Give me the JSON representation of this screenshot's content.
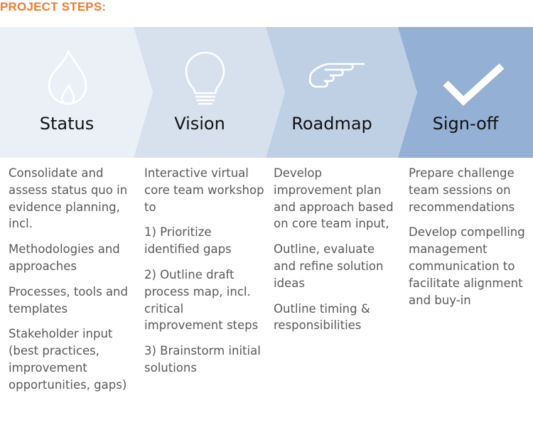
{
  "heading": "PROJECT STEPS:",
  "colors": {
    "heading": "#ED7D31",
    "step_fills": [
      "#EBF0F7",
      "#D6E1ED",
      "#BFD0E5",
      "#94B0D4"
    ],
    "icon_stroke": "#FFFFFF",
    "body_text": "#595959"
  },
  "steps": [
    {
      "title": "Status",
      "icon": "flame-icon",
      "paragraphs": [
        "Consolidate and assess status quo in evidence planning, incl.",
        "Methodologies and approaches",
        "Processes, tools and templates",
        "Stakeholder input (best practices, improvement opportunities, gaps)"
      ]
    },
    {
      "title": "Vision",
      "icon": "lightbulb-icon",
      "paragraphs": [
        "Interactive virtual core team workshop to",
        "1) Prioritize identified gaps",
        "2) Outline draft process map, incl. critical improvement steps",
        "3) Brainstorm initial solutions"
      ]
    },
    {
      "title": "Roadmap",
      "icon": "pointing-hand-icon",
      "paragraphs": [
        "Develop improvement plan and approach based on core team input,",
        "Outline, evaluate and refine solution ideas",
        "Outline timing & responsibilities"
      ]
    },
    {
      "title": "Sign-off",
      "icon": "checkmark-icon",
      "paragraphs": [
        "Prepare challenge team sessions on recommendations",
        "Develop compelling management communication to facilitate alignment and buy-in"
      ]
    }
  ]
}
